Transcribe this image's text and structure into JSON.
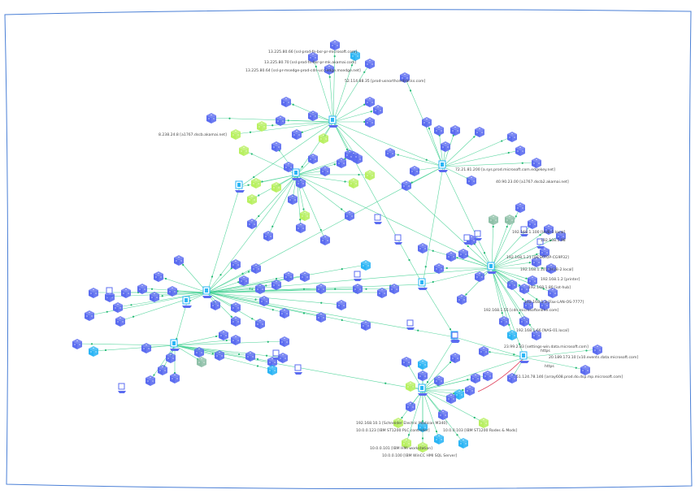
{
  "diagram": {
    "type": "network-topology-graph",
    "colors": {
      "edge": "#3ccf8e",
      "alert_edge": "#e0405a",
      "host_blue": "#5b6cf0",
      "host_cyan": "#2bb5f5",
      "host_lime": "#b8f060",
      "host_grey": "#8fc0a8",
      "frame": "#4a7fd6"
    },
    "labels": [
      "13.225.80.66 [ssl-prod-fn-bsr-pr-microsoft.com]",
      "13.225.80.70 [ssl-prod-fn-bsr-pr-mk.akamai.com]",
      "13.225.80.64 [ssl-pr-msedge-prod-cdn-ucc-edge.msedge.net]",
      "52.114.88.35 [prod-usnorthcentral.ks.com]",
      "8.238.24.8 [a1767.dscb.akamai.net]",
      "72.21.81.200 [a.sys.prod.microsoft.com.edgekey.net]",
      "40.90.23.00 [a1767.dscb2.akamai.net]",
      "192.168.1.100 [HUB-1.local]",
      "192.168.1.98",
      "192.168.1.21 [DESKTOP-CG9P32]",
      "192.168.1.101 [HUB-2.local]",
      "192.168.1.2 [printer]",
      "192.168.1.80 [iot-hub]",
      "192.168.1.3 [Fax-LAN-OS-7777]",
      "192.168.1.55 [cdn.microsoftonline.com]",
      "192.168.1.66 [NAS-01.local]",
      "23.99.2.83 [settings-win.data.microsoft.com]",
      "20.189.173.10 [v10.events.data.microsoft.com]",
      "51.124.78.146 [array608.prod.do.dsp.mp.microsoft.com]",
      "192.168.10.1 [Schneider Electric Modicon M340]",
      "10.0.0.123 [IBM ST1200 PLC controller]",
      "10.0.0.103 [IBM ST1200 Rodes & Mods]",
      "10.0.0.101 [IBM HMI workstation]",
      "10.0.0.100 [IBM WinCC HMI SQL Server]",
      "https",
      "https"
    ]
  }
}
